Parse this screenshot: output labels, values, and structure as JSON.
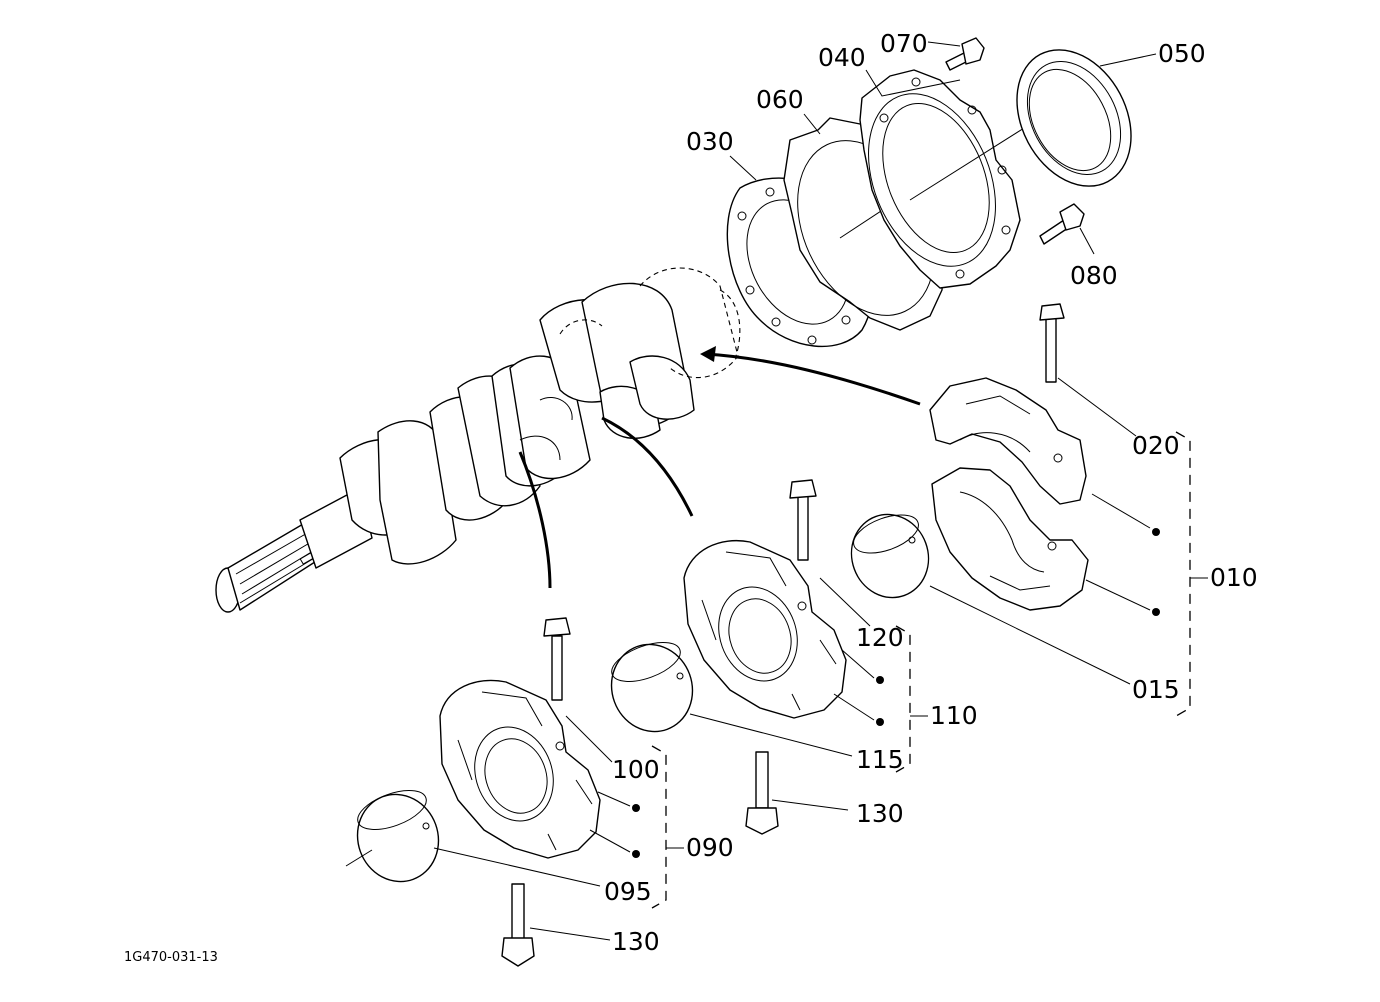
{
  "labels": [
    {
      "id": "070",
      "text": "070"
    },
    {
      "id": "040",
      "text": "040"
    },
    {
      "id": "050",
      "text": "050"
    },
    {
      "id": "060",
      "text": "060"
    },
    {
      "id": "030",
      "text": "030"
    },
    {
      "id": "080",
      "text": "080"
    },
    {
      "id": "020",
      "text": "020"
    },
    {
      "id": "010",
      "text": "010"
    },
    {
      "id": "015",
      "text": "015"
    },
    {
      "id": "120",
      "text": "120"
    },
    {
      "id": "110",
      "text": "110"
    },
    {
      "id": "115",
      "text": "115"
    },
    {
      "id": "130a",
      "text": "130"
    },
    {
      "id": "100",
      "text": "100"
    },
    {
      "id": "090",
      "text": "090"
    },
    {
      "id": "095",
      "text": "095"
    },
    {
      "id": "130b",
      "text": "130"
    }
  ],
  "reference": "1G470-031-13"
}
